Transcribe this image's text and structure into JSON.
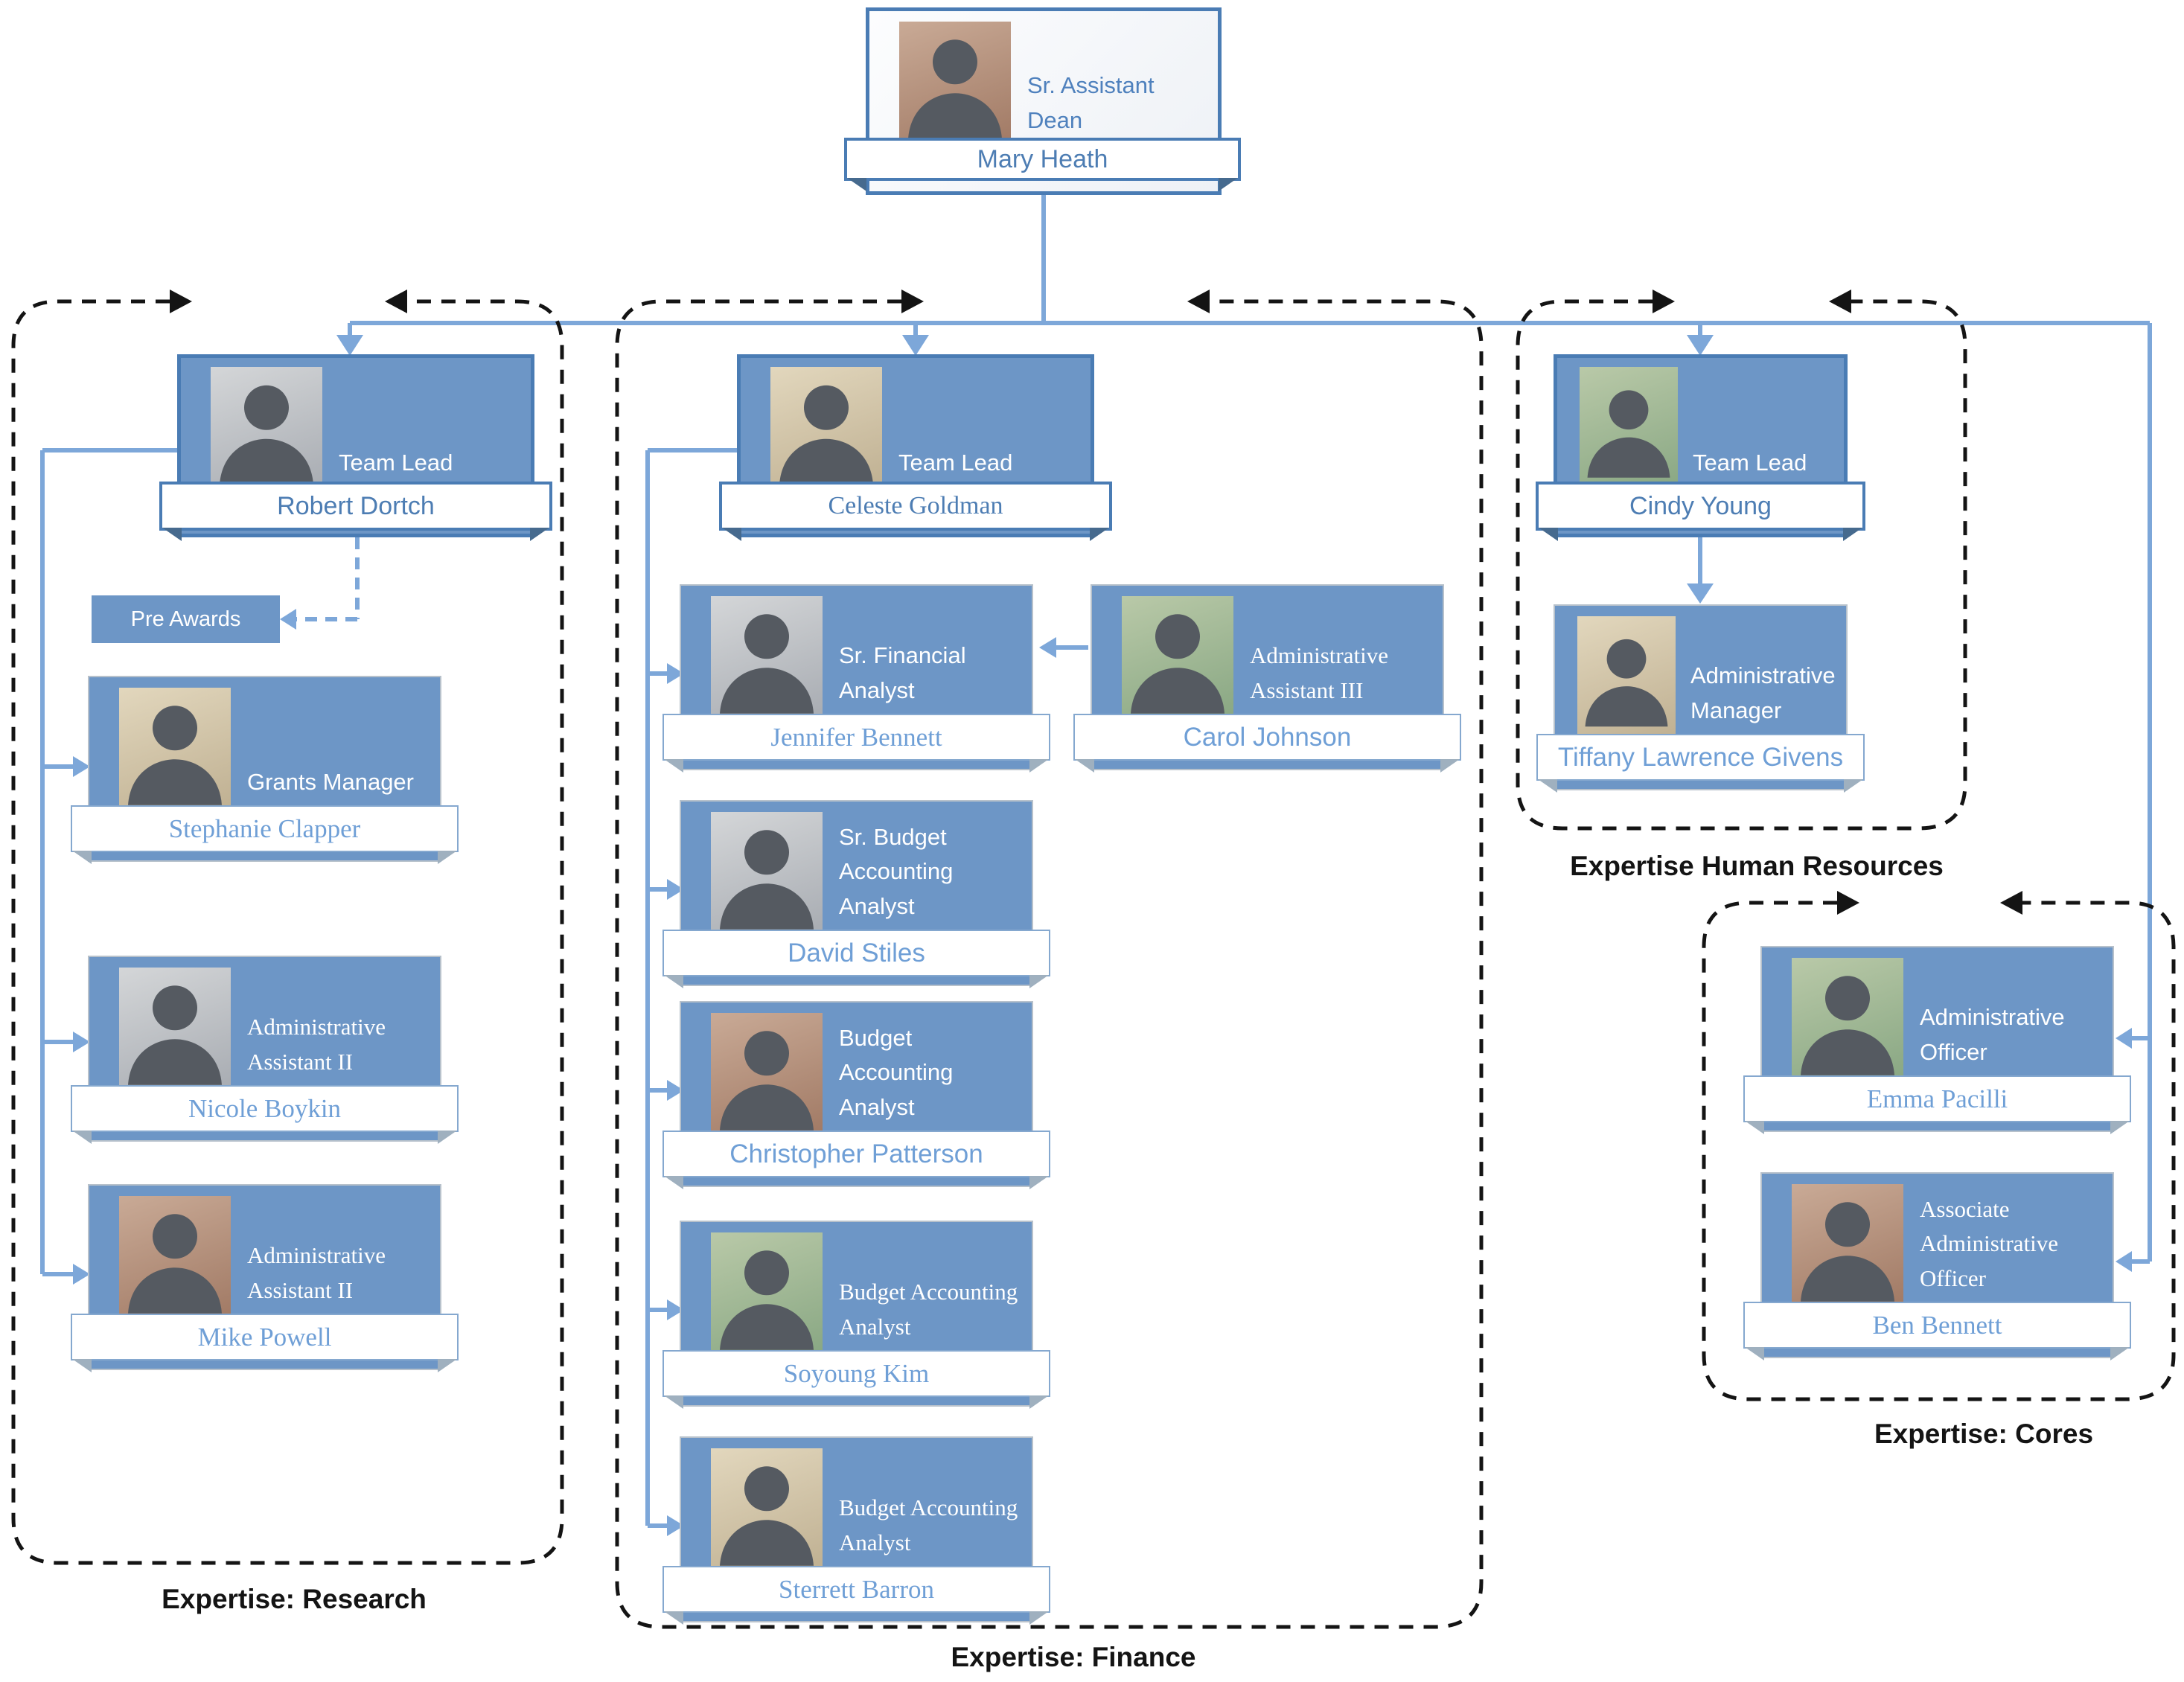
{
  "org": {
    "root": {
      "name": "Mary Heath",
      "title": "Sr. Assistant Dean"
    },
    "groups": [
      {
        "label": "Expertise: Research",
        "lead": {
          "name": "Robert Dortch",
          "title": "Team Lead"
        },
        "tag": "Pre Awards",
        "members": [
          {
            "name": "Stephanie Clapper",
            "title": "Grants Manager"
          },
          {
            "name": "Nicole Boykin",
            "title": "Administrative Assistant II"
          },
          {
            "name": "Mike Powell",
            "title": "Administrative Assistant II"
          }
        ]
      },
      {
        "label": "Expertise: Finance",
        "lead": {
          "name": "Celeste Goldman",
          "title": "Team Lead"
        },
        "members": [
          {
            "name": "Jennifer Bennett",
            "title": "Sr. Financial Analyst"
          },
          {
            "name": "Carol Johnson",
            "title": "Administrative Assistant III"
          },
          {
            "name": "David Stiles",
            "title": "Sr. Budget Accounting Analyst"
          },
          {
            "name": "Christopher Patterson",
            "title": "Budget Accounting Analyst"
          },
          {
            "name": "Soyoung Kim",
            "title": "Budget Accounting Analyst"
          },
          {
            "name": "Sterrett Barron",
            "title": "Budget Accounting Analyst"
          }
        ]
      },
      {
        "label": "Expertise Human Resources",
        "lead": {
          "name": "Cindy Young",
          "title": "Team Lead"
        },
        "members": [
          {
            "name": "Tiffany Lawrence Givens",
            "title": "Administrative Manager"
          }
        ]
      },
      {
        "label": "Expertise: Cores",
        "members": [
          {
            "name": "Emma Pacilli",
            "title": "Administrative Officer"
          },
          {
            "name": "Ben Bennett",
            "title": "Associate Administrative Officer"
          }
        ]
      }
    ]
  },
  "colors": {
    "card_blue": "#6d96c6",
    "lead_border_blue": "#4a7cb4",
    "connector_blue": "#7da7d9",
    "name_light_blue": "#6f9fd6",
    "name_dark_blue": "#4d7db3",
    "title_white": "#ffffff",
    "group_border_black": "#141414"
  }
}
